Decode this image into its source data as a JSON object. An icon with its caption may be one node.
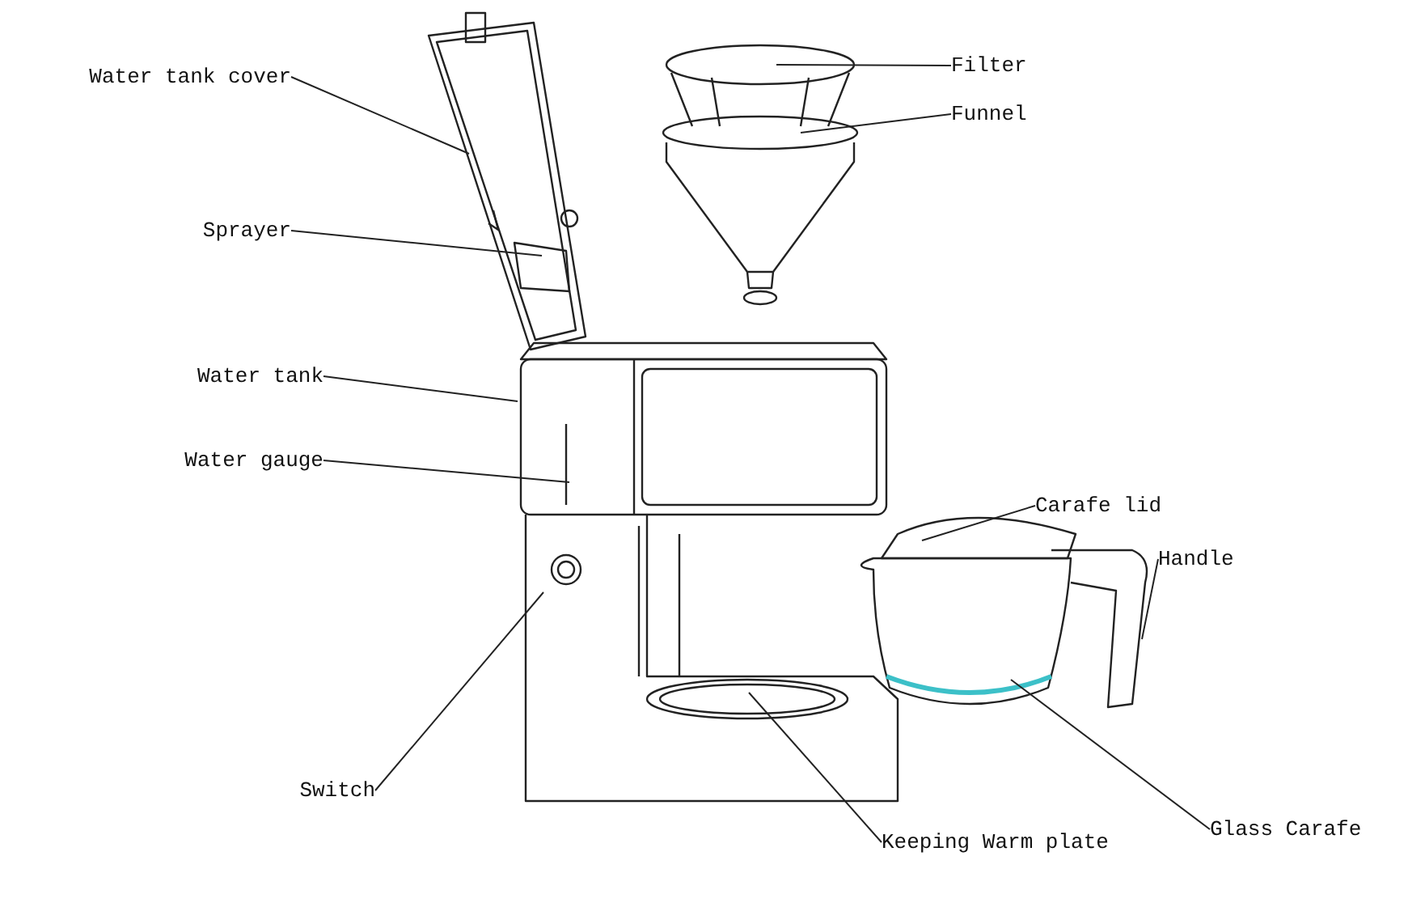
{
  "diagram": {
    "nodes": [
      {
        "text": [
          "Water tank cover"
        ]
      },
      {
        "text": [
          "Filter"
        ]
      },
      {
        "text": [
          "Funnel"
        ]
      },
      {
        "text": [
          "Sprayer"
        ]
      },
      {
        "text": [
          "Water tank"
        ]
      },
      {
        "text": [
          "Water gauge"
        ]
      },
      {
        "text": [
          "Carafe lid"
        ]
      },
      {
        "text": [
          "Handle"
        ]
      },
      {
        "text": [
          "Switch"
        ]
      },
      {
        "text": [
          "Keeping Warm plate"
        ]
      },
      {
        "text": [
          "Glass Carafe"
        ]
      }
    ],
    "edges": [
      {
        "from": 0,
        "to": null,
        "arrow": "none"
      },
      {
        "from": 1,
        "to": null,
        "arrow": "none"
      },
      {
        "from": 2,
        "to": null,
        "arrow": "none"
      },
      {
        "from": 3,
        "to": null,
        "arrow": "none"
      },
      {
        "from": 4,
        "to": null,
        "arrow": "none"
      },
      {
        "from": 5,
        "to": null,
        "arrow": "none"
      },
      {
        "from": 6,
        "to": null,
        "arrow": "none"
      },
      {
        "from": 7,
        "to": null,
        "arrow": "none"
      },
      {
        "from": 8,
        "to": null,
        "arrow": "none"
      },
      {
        "from": 9,
        "to": null,
        "arrow": "none"
      },
      {
        "from": 10,
        "to": null,
        "arrow": "none"
      }
    ]
  }
}
